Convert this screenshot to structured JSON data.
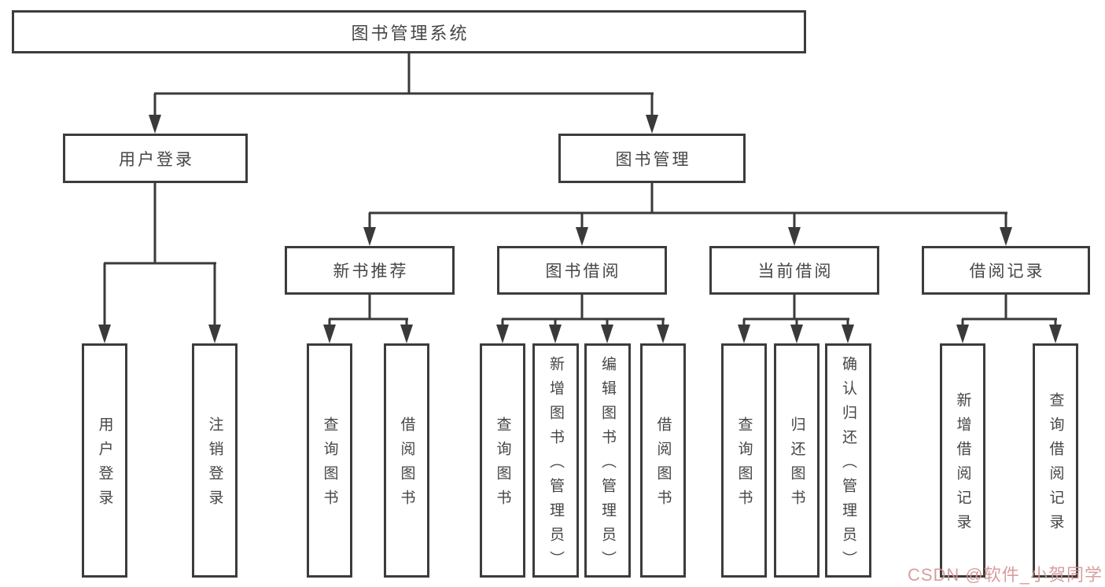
{
  "diagram": {
    "type": "hierarchy-tree",
    "colors": {
      "line": "#3a3a3a",
      "box_border": "#3c3c3c",
      "box_fill": "#ffffff",
      "text": "#464646",
      "watermark": "#d59494",
      "background": "#ffffff"
    },
    "tree": {
      "label": "图书管理系统",
      "children": [
        {
          "label": "用户登录",
          "children": [
            {
              "label": "用户登录"
            },
            {
              "label": "注销登录"
            }
          ]
        },
        {
          "label": "图书管理",
          "children": [
            {
              "label": "新书推荐",
              "children": [
                {
                  "label": "查询图书"
                },
                {
                  "label": "借阅图书"
                }
              ]
            },
            {
              "label": "图书借阅",
              "children": [
                {
                  "label": "查询图书"
                },
                {
                  "label": "新增图书（管理员）"
                },
                {
                  "label": "编辑图书（管理员）"
                },
                {
                  "label": "借阅图书"
                }
              ]
            },
            {
              "label": "当前借阅",
              "children": [
                {
                  "label": "查询图书"
                },
                {
                  "label": "归还图书"
                },
                {
                  "label": "确认归还（管理员）"
                }
              ]
            },
            {
              "label": "借阅记录",
              "children": [
                {
                  "label": "新增借阅记录"
                },
                {
                  "label": "查询借阅记录"
                }
              ]
            }
          ]
        }
      ]
    },
    "watermark": {
      "text": "CSDN @软件_小贺同学"
    }
  }
}
